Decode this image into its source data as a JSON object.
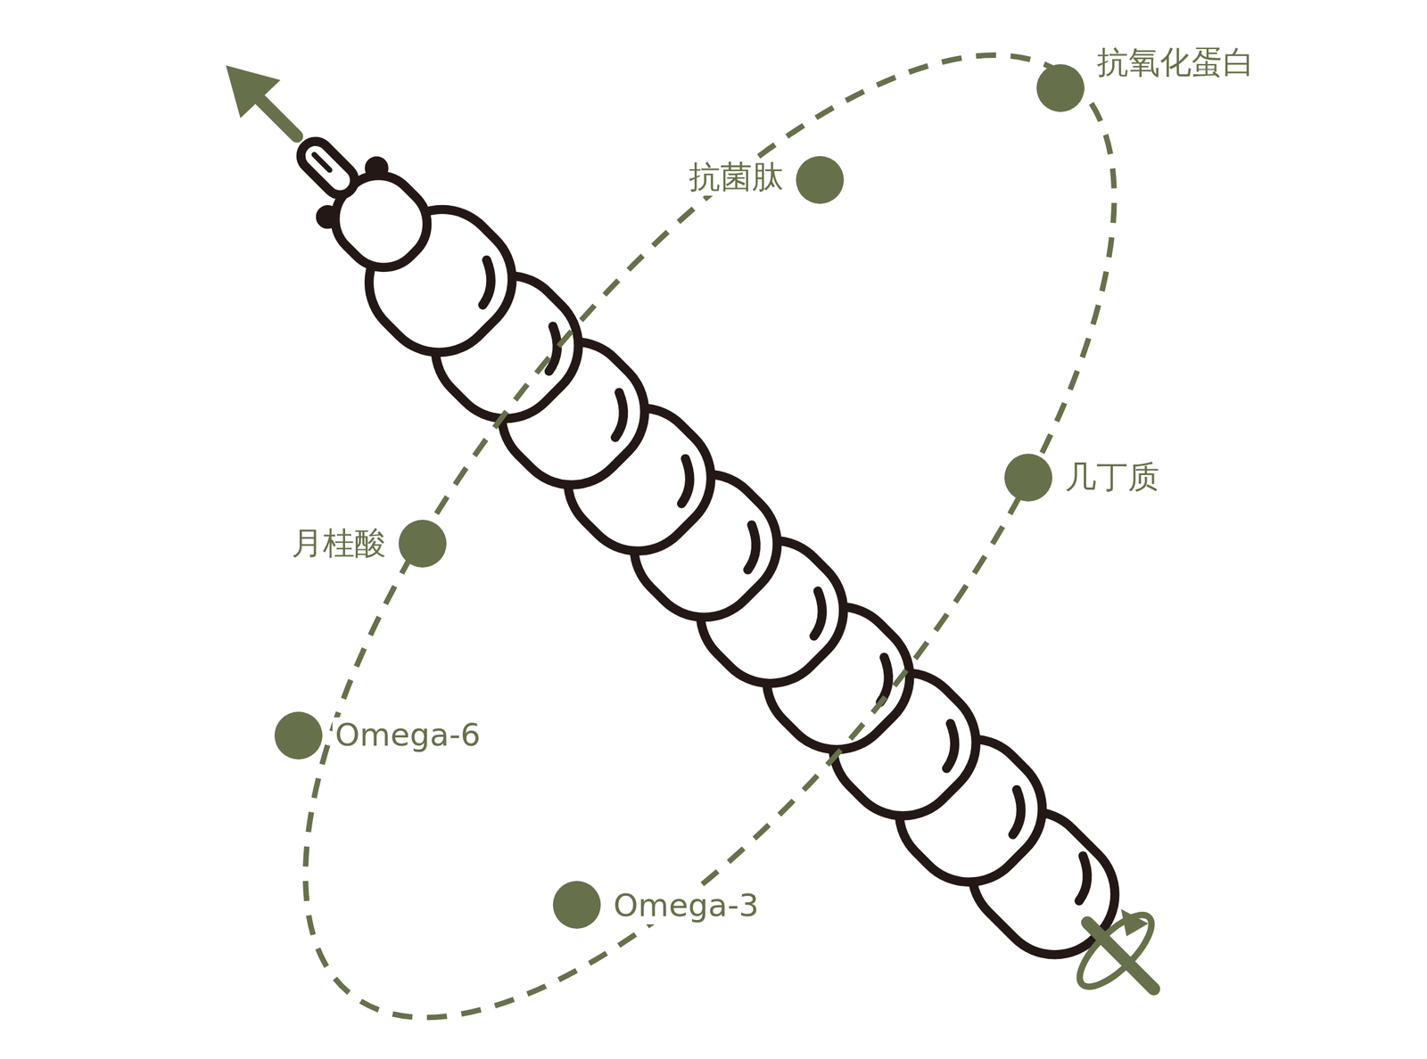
{
  "diagram": {
    "nodes": [
      {
        "text": [
          "抗氧化蛋白"
        ]
      },
      {
        "text": [
          "抗菌肽"
        ]
      },
      {
        "text": [
          "几丁质"
        ]
      },
      {
        "text": [
          "月桂酸"
        ]
      },
      {
        "text": [
          "Omega-6"
        ]
      },
      {
        "text": [
          "Omega-3"
        ]
      }
    ]
  }
}
